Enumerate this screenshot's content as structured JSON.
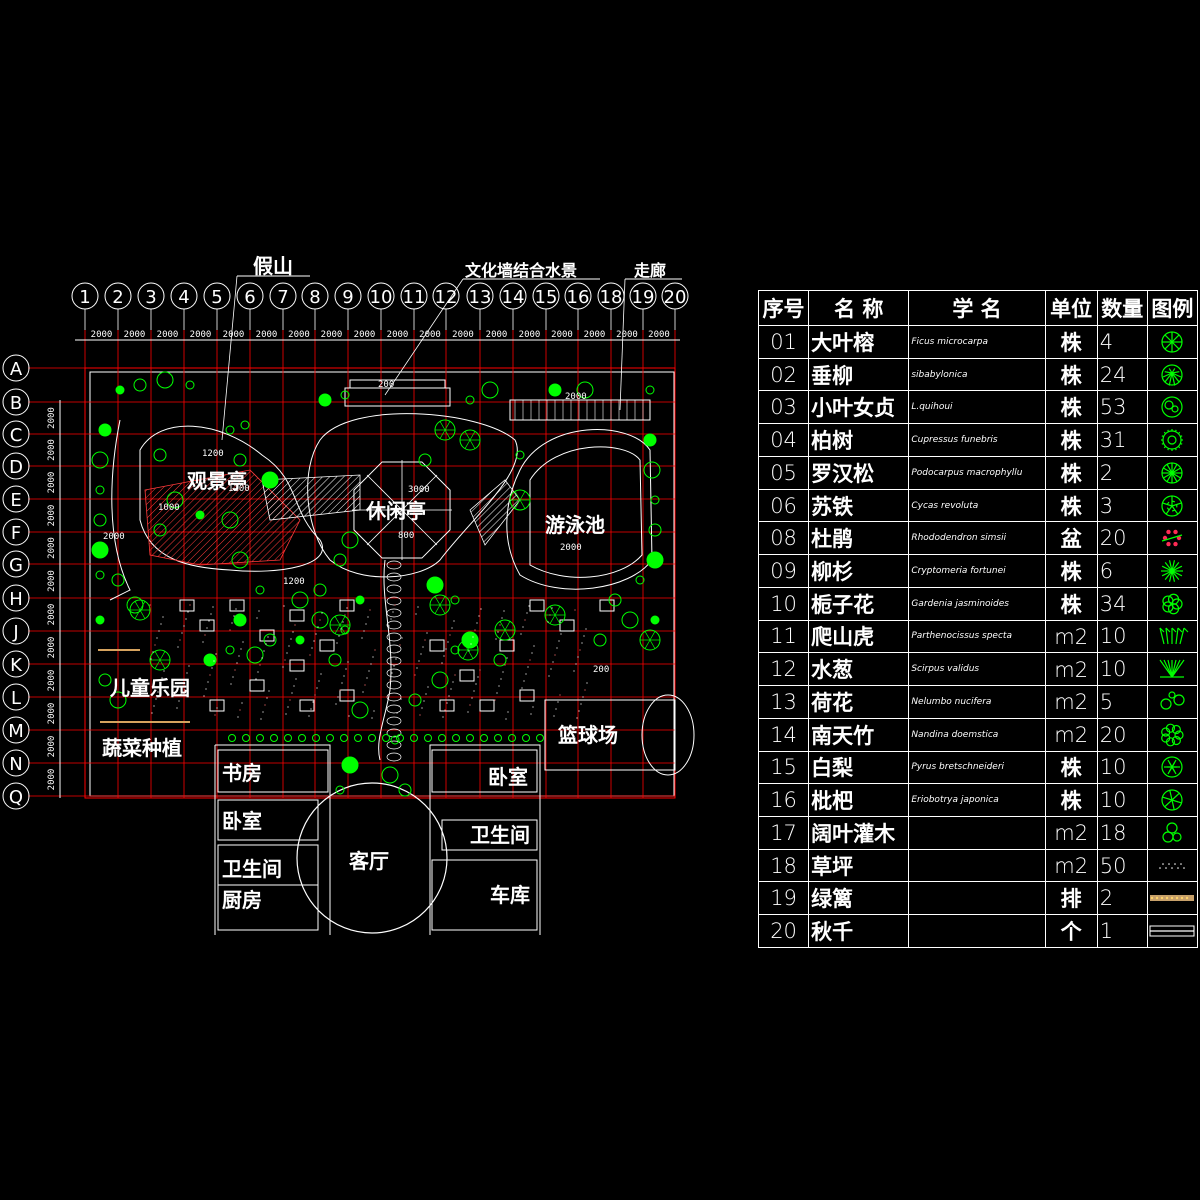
{
  "plan": {
    "column_labels": [
      "1",
      "2",
      "3",
      "4",
      "5",
      "6",
      "7",
      "8",
      "9",
      "10",
      "11",
      "12",
      "13",
      "14",
      "15",
      "16",
      "18",
      "19",
      "20"
    ],
    "row_labels": [
      "A",
      "B",
      "C",
      "D",
      "E",
      "F",
      "G",
      "H",
      "J",
      "K",
      "L",
      "M",
      "N",
      "Q"
    ],
    "column_dimension": "2000",
    "row_dimension": "2000",
    "callouts": {
      "rockery": "假山",
      "culture_wall": "文化墙结合水景",
      "corridor": "走廊"
    },
    "areas": {
      "viewing_pavilion": "观景亭",
      "leisure_pavilion": "休闲亭",
      "swimming_pool": "游泳池",
      "playground": "儿童乐园",
      "vegetable_garden": "蔬菜种植",
      "basketball_court": "篮球场",
      "study": "书房",
      "bedroom_left": "卧室",
      "bathroom_left": "卫生间",
      "kitchen": "厨房",
      "living_room": "客厅",
      "bedroom_right": "卧室",
      "bathroom_right": "卫生间",
      "garage": "车库"
    },
    "small_dims": {
      "d1": "2000",
      "d2": "1200",
      "d3": "1200",
      "d4": "3000",
      "d5": "800",
      "d6": "2000",
      "d7": "200",
      "d8": "200",
      "d9": "2000",
      "d10": "1200",
      "d11": "1000"
    }
  },
  "legend": {
    "headers": [
      "序号",
      "名 称",
      "学 名",
      "单位",
      "数量",
      "图例"
    ],
    "rows": [
      {
        "no": "01",
        "name": "大叶榕",
        "sci": "Ficus microcarpa",
        "unit": "株",
        "qty": "4",
        "icon": "tree-round-icon"
      },
      {
        "no": "02",
        "name": "垂柳",
        "sci": "sibabylonica",
        "unit": "株",
        "qty": "24",
        "icon": "willow-icon"
      },
      {
        "no": "03",
        "name": "小叶女贞",
        "sci": "L.quihoui",
        "unit": "株",
        "qty": "53",
        "icon": "shrub-round-icon"
      },
      {
        "no": "04",
        "name": "柏树",
        "sci": "Cupressus funebris",
        "unit": "株",
        "qty": "31",
        "icon": "cypress-icon"
      },
      {
        "no": "05",
        "name": "罗汉松",
        "sci": "Podocarpus macrophyllu",
        "unit": "株",
        "qty": "2",
        "icon": "podocarpus-icon"
      },
      {
        "no": "06",
        "name": "苏铁",
        "sci": "Cycas revoluta",
        "unit": "株",
        "qty": "3",
        "icon": "cycas-icon"
      },
      {
        "no": "08",
        "name": "杜鹃",
        "sci": "Rhododendron simsii",
        "unit": "盆",
        "qty": "20",
        "icon": "azalea-icon"
      },
      {
        "no": "09",
        "name": "柳杉",
        "sci": "Cryptomeria fortunei",
        "unit": "株",
        "qty": "6",
        "icon": "cryptomeria-icon"
      },
      {
        "no": "10",
        "name": "栀子花",
        "sci": "Gardenia jasminoides",
        "unit": "株",
        "qty": "34",
        "icon": "gardenia-icon"
      },
      {
        "no": "11",
        "name": "爬山虎",
        "sci": "Parthenocissus specta",
        "unit": "m2",
        "qty": "10",
        "icon": "ivy-icon"
      },
      {
        "no": "12",
        "name": "水葱",
        "sci": "Scirpus validus",
        "unit": "m2",
        "qty": "10",
        "icon": "reed-icon"
      },
      {
        "no": "13",
        "name": "荷花",
        "sci": "Nelumbo nucifera",
        "unit": "m2",
        "qty": "5",
        "icon": "lotus-icon"
      },
      {
        "no": "14",
        "name": "南天竹",
        "sci": "Nandina doemstica",
        "unit": "m2",
        "qty": "20",
        "icon": "nandina-icon"
      },
      {
        "no": "15",
        "name": "白梨",
        "sci": "Pyrus bretschneideri",
        "unit": "株",
        "qty": "10",
        "icon": "pear-icon"
      },
      {
        "no": "16",
        "name": "枇杷",
        "sci": "Eriobotrya japonica",
        "unit": "株",
        "qty": "10",
        "icon": "loquat-icon"
      },
      {
        "no": "17",
        "name": "阔叶灌木",
        "sci": "",
        "unit": "m2",
        "qty": "18",
        "icon": "broadleaf-shrub-icon"
      },
      {
        "no": "18",
        "name": "草坪",
        "sci": "",
        "unit": "m2",
        "qty": "50",
        "icon": "lawn-icon"
      },
      {
        "no": "19",
        "name": "绿篱",
        "sci": "",
        "unit": "排",
        "qty": "2",
        "icon": "hedge-icon"
      },
      {
        "no": "20",
        "name": "秋千",
        "sci": "",
        "unit": "个",
        "qty": "1",
        "icon": "swing-icon"
      }
    ]
  },
  "colors": {
    "background": "#000000",
    "grid": "#ff0000",
    "lines": "#ffffff",
    "plants": "#00ff00",
    "hatch": "#ff3b3b",
    "scientific_name": "#ffffff",
    "legend_icon": "#00ff00",
    "azalea": "#ff2a55"
  }
}
